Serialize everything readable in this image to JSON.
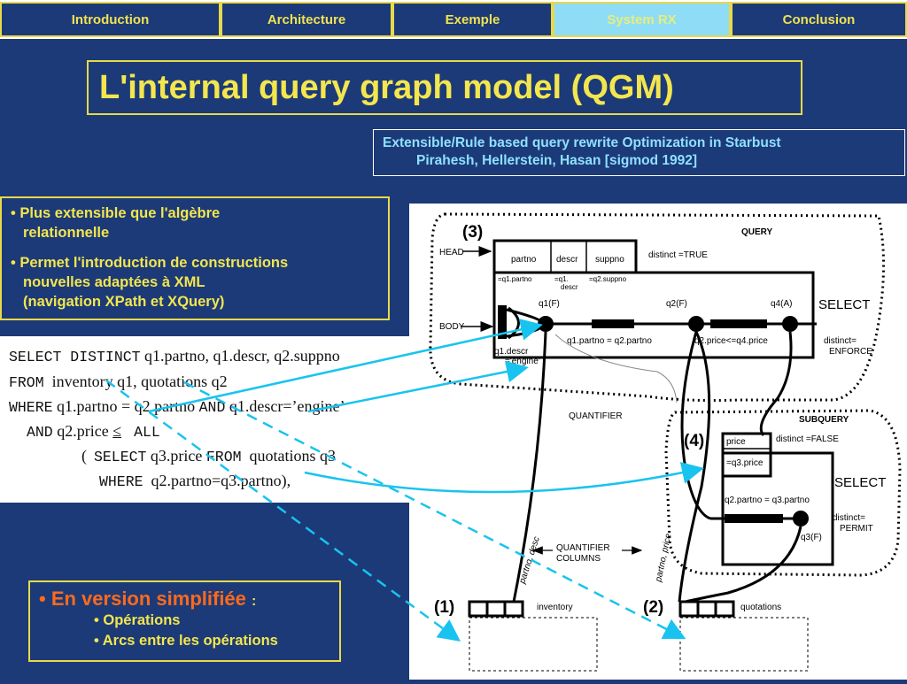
{
  "nav": {
    "tabs": [
      {
        "label": "Introduction"
      },
      {
        "label": "Architecture"
      },
      {
        "label": "Exemple"
      },
      {
        "label": "System RX"
      },
      {
        "label": "Conclusion"
      }
    ]
  },
  "title": "L'internal query graph model (QGM)",
  "reference": {
    "line1": "Extensible/Rule based query rewrite Optimization in Starbust",
    "line2": "Pirahesh, Hellerstein, Hasan  [sigmod 1992]"
  },
  "bullets": [
    {
      "lines": [
        "Plus extensible que l'algèbre",
        "relationnelle"
      ]
    },
    {
      "lines": [
        "Permet l'introduction de constructions",
        "nouvelles adaptées à XML",
        "(navigation XPath et XQuery)"
      ]
    }
  ],
  "sql": {
    "l1_kw": "SELECT DISTINCT",
    "l1_rest": " q1.partno, q1.descr, q2.suppno",
    "l2_kw": "FROM",
    "l2_rest": "  inventory q1, quotations q2",
    "l3_kw": "WHERE",
    "l3_rest": " q1.partno = q2.partno ",
    "l3_kw2": "AND",
    "l3_rest2": " q1.descr=’engine’",
    "l4_kw": "AND",
    "l4_rest": " q2.price ",
    "l4_sym": "≤",
    "l4_kw2": "ALL",
    "l5_open": "(",
    "l5_kw": "SELECT",
    "l5_rest": " q3.price ",
    "l5_kw2": "FROM",
    "l5_rest2": "  quotations q3",
    "l6_kw": "WHERE",
    "l6_rest": "  q2.partno=q3.partno),"
  },
  "diagram": {
    "query_label": "QUERY",
    "head_label": "HEAD",
    "body_label": "BODY",
    "num3": "(3)",
    "num4": "(4)",
    "num1": "(1)",
    "num2": "(2)",
    "head_cols": [
      "partno",
      "descr",
      "suppno"
    ],
    "head_vals": [
      "=q1.partno",
      "=q1.",
      "descr",
      "=q2.suppno"
    ],
    "distinct_true": "distinct =TRUE",
    "q1": "q1(F)",
    "q2": "q2(F)",
    "q4": "q4(A)",
    "select_label": "SELECT",
    "pred1": "q1.partno = q2.partno",
    "pred2": "q2.price<=q4.price",
    "descr_pred_1": "q1.descr",
    "descr_pred_2": "='engine'",
    "distinct_enforce_1": "distinct=",
    "distinct_enforce_2": "ENFORCE",
    "quantifier": "QUANTIFIER",
    "subquery_label": "SUBQUERY",
    "sub_head": "price",
    "sub_val": "=q3.price",
    "distinct_false": "distinct =FALSE",
    "sub_pred": "q2.partno = q3.partno",
    "sub_select": "SELECT",
    "distinct_permit_1": "distinct=",
    "distinct_permit_2": "PERMIT",
    "q3": "q3(F)",
    "quant_cols_1": "QUANTIFIER",
    "quant_cols_2": "COLUMNS",
    "edge1": "partno, desc",
    "edge2": "partno, price",
    "inventory": "inventory",
    "quotations": "quotations"
  },
  "simplified": {
    "title": "En version simplifiée",
    "colon": ":",
    "items": [
      "Opérations",
      "Arcs entre les opérations"
    ]
  },
  "colors": {
    "background": "#1c3a78",
    "title": "#f3e64e",
    "accent": "#ff6a1a",
    "link": "#8fe0ff",
    "arrow": "#19c3ef"
  }
}
